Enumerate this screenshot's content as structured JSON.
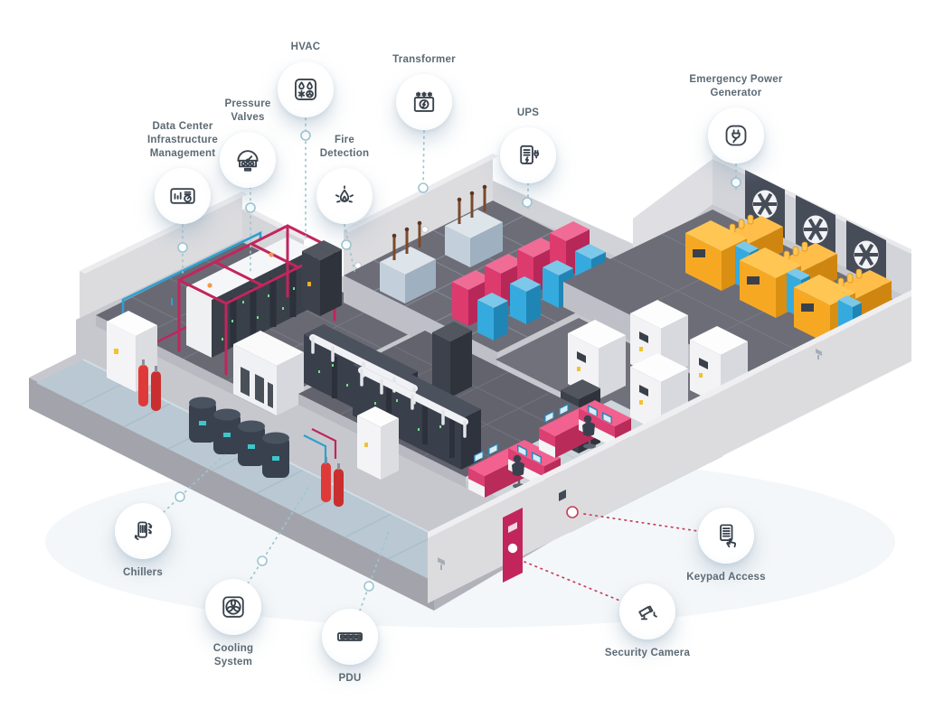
{
  "figure": {
    "title": "Data center infrastructure isometric infographic",
    "style": "isometric cutaway of a data center facility with labeled system callouts"
  },
  "callouts": [
    {
      "id": "dcim",
      "label": "Data Center Infrastructure Management",
      "icon": "dashboard-icon"
    },
    {
      "id": "pressure-valves",
      "label": "Pressure Valves",
      "icon": "gauge-icon"
    },
    {
      "id": "hvac",
      "label": "HVAC",
      "icon": "hvac-icon"
    },
    {
      "id": "fire-detection",
      "label": "Fire Detection",
      "icon": "flame-icon"
    },
    {
      "id": "transformer",
      "label": "Transformer",
      "icon": "transformer-icon"
    },
    {
      "id": "ups",
      "label": "UPS",
      "icon": "ups-battery-icon"
    },
    {
      "id": "emergency-power-generator",
      "label": "Emergency Power Generator",
      "icon": "power-plug-icon"
    },
    {
      "id": "chillers",
      "label": "Chillers",
      "icon": "chiller-tank-icon"
    },
    {
      "id": "cooling-system",
      "label": "Cooling System",
      "icon": "cooling-fan-icon"
    },
    {
      "id": "pdu",
      "label": "PDU",
      "icon": "pdu-strip-icon"
    },
    {
      "id": "keypad-access",
      "label": "Keypad Access",
      "icon": "keypad-icon"
    },
    {
      "id": "security-camera",
      "label": "Security Camera",
      "icon": "camera-icon"
    }
  ],
  "scene": {
    "elements": [
      "server racks",
      "cold aisle containment cage",
      "fire suppression cylinders",
      "chiller tanks",
      "oil transformers",
      "battery racks",
      "UPS cabinets",
      "diesel generators",
      "exhaust fans",
      "switchgear cabinets",
      "overhead cable trays",
      "control room workstations",
      "operators",
      "entrance door",
      "wall keypad",
      "wall cameras",
      "coolant piping",
      "walkway"
    ]
  },
  "colors": {
    "magenta": "#c2255c",
    "pink_equipment": "#dd3a6e",
    "blue_equipment": "#35aade",
    "yellow_generator": "#f7a823",
    "steel_blue_transformer": "#c3d0db",
    "dark_slate": "#39404b",
    "wall_gray": "#dcdcdf",
    "floor_dark": "#6a6a75",
    "walkway_blue": "#b9c8d2",
    "connector_teal": "#9ec5d2",
    "connector_red": "#c44056",
    "led_green": "#74dd8e",
    "red_cylinder": "#e03a38"
  }
}
